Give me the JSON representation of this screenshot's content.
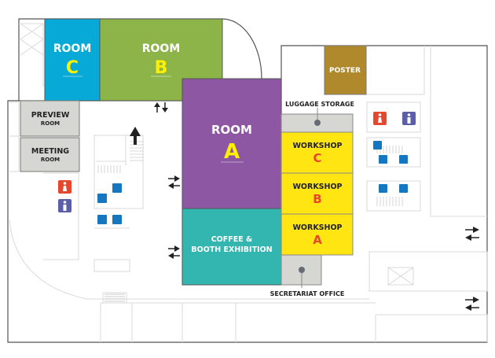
{
  "map": {
    "rooms": {
      "room_c": {
        "label": "ROOM",
        "letter": "C",
        "color": "#07aad6"
      },
      "room_b": {
        "label": "ROOM",
        "letter": "B",
        "color": "#8db448"
      },
      "room_a": {
        "label": "ROOM",
        "letter": "A",
        "color": "#8e57a3"
      },
      "coffee": {
        "line1": "COFFEE &",
        "line2": "BOOTH EXHIBITION",
        "color": "#33b5b0"
      },
      "workshop_c": {
        "label": "WORKSHOP",
        "letter": "C"
      },
      "workshop_b": {
        "label": "WORKSHOP",
        "letter": "B"
      },
      "workshop_a": {
        "label": "WORKSHOP",
        "letter": "A"
      },
      "poster": {
        "label": "POSTER",
        "color": "#b0892d"
      },
      "preview": {
        "line1": "PREVIEW",
        "line2": "ROOM"
      },
      "meeting": {
        "line1": "MEETING",
        "line2": "ROOM"
      }
    },
    "labels": {
      "luggage": "LUGGAGE STORAGE",
      "secretariat": "SECRETARIAT OFFICE"
    },
    "colors": {
      "workshop": "#ffe512",
      "letter_yellow": "#ffef00",
      "letter_red": "#e8452c",
      "service_gray": "#d6d6d2",
      "female_icon": "#e4492d",
      "male_icon": "#5a5fa8",
      "elevator_icon": "#1577c0"
    }
  }
}
